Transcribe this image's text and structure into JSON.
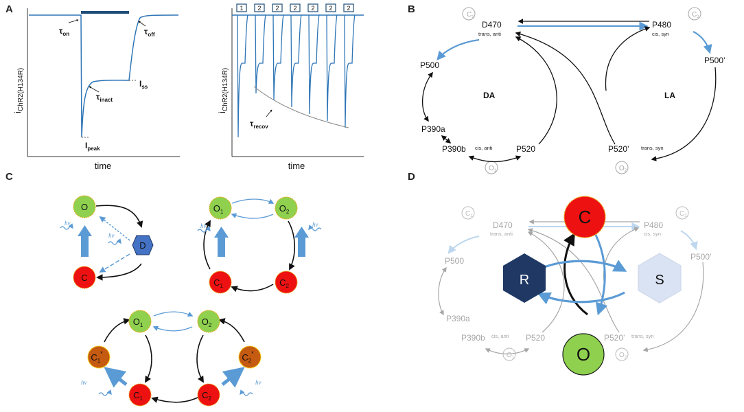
{
  "panels": {
    "a": "A",
    "b": "B",
    "c": "C",
    "d": "D"
  },
  "panel_a": {
    "ylabel_main": "i",
    "ylabel_sub": "ChR2(H134R)",
    "xlabel": "time",
    "tau_on": "τ",
    "tau_on_sub": "on",
    "tau_off": "τ",
    "tau_off_sub": "off",
    "tau_inact": "τ",
    "tau_inact_sub": "inact",
    "i_ss": "I",
    "i_ss_sub": "ss",
    "i_peak": "I",
    "i_peak_sub": "peak",
    "tau_recov": "τ",
    "tau_recov_sub": "recov",
    "pulse_labels": [
      "1",
      "2",
      "2",
      "2",
      "2",
      "2",
      "2"
    ]
  },
  "panel_b": {
    "nodes": {
      "d470": "D470",
      "p480": "P480",
      "p500": "P500",
      "p500p": "P500’",
      "p390a": "P390a",
      "p390b": "P390b",
      "p520": "P520",
      "p520p": "P520’"
    },
    "notes": {
      "trans_anti": "trans, anti",
      "cis_syn": "cis, syn",
      "cis_anti": "cis, anti",
      "trans_syn": "trans, syn"
    },
    "cycles": {
      "da": "DA",
      "la": "LA"
    },
    "states": {
      "c1": "C",
      "c1_sub": "1",
      "c2": "C",
      "c2_sub": "2",
      "o1": "O",
      "o1_sub": "1",
      "o2": "O",
      "o2_sub": "2"
    }
  },
  "panel_c": {
    "hv": "hν",
    "o": "O",
    "c": "C",
    "d": "D",
    "o1": "O",
    "o2": "O",
    "c1": "C",
    "c2": "C",
    "sub1": "1",
    "sub2": "2",
    "star": "*"
  },
  "panel_d": {
    "c": "C",
    "o": "O",
    "r": "R",
    "s": "S"
  },
  "colors": {
    "blue": "#5b9bd5",
    "dark_blue": "#1f3864",
    "light_blue": "#dae3f3",
    "green": "#8fd14f",
    "red": "#ee1111",
    "brown": "#c55a11",
    "gray": "#a6a6a6"
  }
}
